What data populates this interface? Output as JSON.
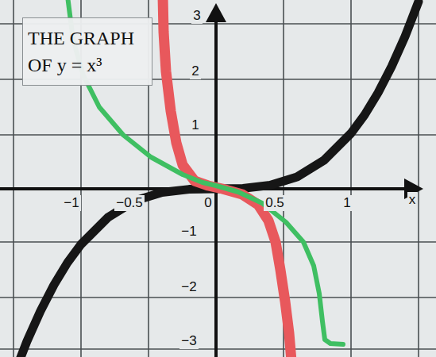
{
  "diagram": {
    "title": "THE GRAPH OF y = x³",
    "labels": [
      "3",
      "2",
      "1",
      "−1",
      "−2",
      "−3",
      "−1",
      "−0.5",
      "0",
      "0.5",
      "1",
      "x"
    ]
  }
}
